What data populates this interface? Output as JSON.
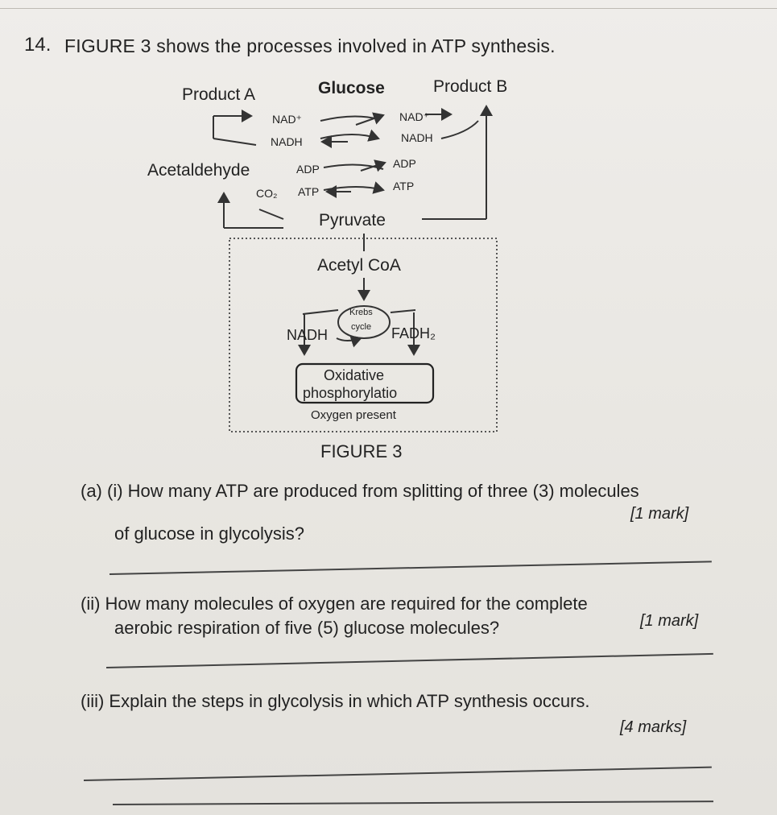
{
  "question": {
    "number": "14.",
    "intro": "FIGURE 3 shows the processes involved in ATP synthesis."
  },
  "figure": {
    "caption": "FIGURE 3",
    "labels": {
      "product_a": "Product A",
      "glucose": "Glucose",
      "product_b": "Product B",
      "nad_left": "NAD⁺",
      "nadh_left": "NADH",
      "nad_right": "NAD⁺",
      "nadh_right": "NADH",
      "acetaldehyde": "Acetaldehyde",
      "adp_left": "ADP",
      "atp_left": "ATP",
      "adp_right": "ADP",
      "atp_right": "ATP",
      "co2": "CO₂",
      "pyruvate": "Pyruvate",
      "acetyl_coa": "Acetyl CoA",
      "krebs": "Krebs",
      "cycle": "cycle",
      "nadh_krebs": "NADH",
      "fadh2": "FADH₂",
      "ox_phos_1": "Oxidative",
      "ox_phos_2": "phosphorylatio",
      "oxygen": "Oxygen present"
    }
  },
  "parts": {
    "a_i_line1": "(a) (i)  How many ATP are produced from splitting of three (3) molecules",
    "a_i_line2": "of glucose in glycolysis?",
    "a_i_mark": "[1 mark]",
    "a_ii_line1": "(ii)  How many molecules of oxygen are required for the complete",
    "a_ii_line2": "aerobic respiration of five (5) glucose molecules?",
    "a_ii_mark": "[1 mark]",
    "a_iii_line1": "(iii)  Explain the steps in glycolysis in which ATP synthesis occurs.",
    "a_iii_mark": "[4 marks]"
  }
}
